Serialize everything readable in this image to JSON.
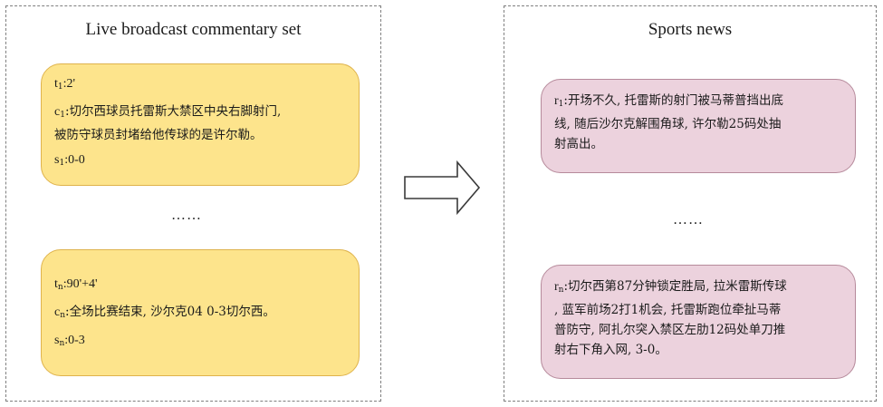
{
  "left_panel": {
    "title": "Live broadcast commentary set",
    "first_item": {
      "t_key": "t",
      "t_sub": "1",
      "t_value": ":2'",
      "c_key": "c",
      "c_sub": "1",
      "c_line1": ":切尔西球员托雷斯大禁区中央右脚射门,",
      "c_line2": "被防守球员封堵给他传球的是许尔勒。",
      "s_key": "s",
      "s_sub": "1",
      "s_value": ":0-0"
    },
    "ellipsis": "……",
    "last_item": {
      "t_key": "t",
      "t_sub": "n",
      "t_value": ":90'+4'",
      "c_key": "c",
      "c_sub": "n",
      "c_line1": ":全场比赛结束, 沙尔克04 0-3切尔西。",
      "s_key": "s",
      "s_sub": "n",
      "s_value": ":0-3"
    }
  },
  "right_panel": {
    "title": "Sports news",
    "first_item": {
      "r_key": "r",
      "r_sub": "1",
      "line1": ":开场不久, 托雷斯的射门被马蒂普挡出底",
      "line2": "线, 随后沙尔克解围角球, 许尔勒25码处抽",
      "line3": "射高出。"
    },
    "ellipsis": "……",
    "last_item": {
      "r_key": "r",
      "r_sub": "n",
      "line1": ":切尔西第87分钟锁定胜局, 拉米雷斯传球",
      "line2": ", 蓝军前场2打1机会, 托雷斯跑位牵扯马蒂",
      "line3": "普防守, 阿扎尔突入禁区左肋12码处单刀推",
      "line4": "射右下角入网, 3-0。"
    }
  },
  "arrow": {
    "icon": "right-arrow-icon"
  },
  "colors": {
    "commentary_fill": "#fde48c",
    "commentary_border": "#dfb34c",
    "news_fill": "#ecd2dd",
    "news_border": "#b68a9b",
    "panel_border": "#7f7f7f"
  }
}
